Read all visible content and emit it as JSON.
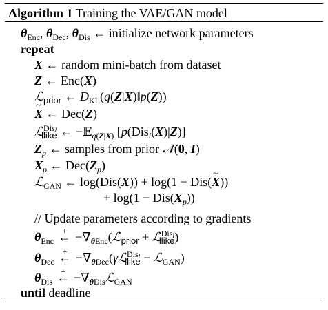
{
  "algorithm": {
    "label": "Algorithm 1",
    "title": "Training the VAE/GAN model",
    "init_text": "initialize network parameters",
    "repeat_kw": "repeat",
    "minibatch_text": "random mini-batch from dataset",
    "samples_text": "samples from prior",
    "comment": "// Update parameters according to gradients",
    "until_kw": "until",
    "until_text": "deadline"
  }
}
